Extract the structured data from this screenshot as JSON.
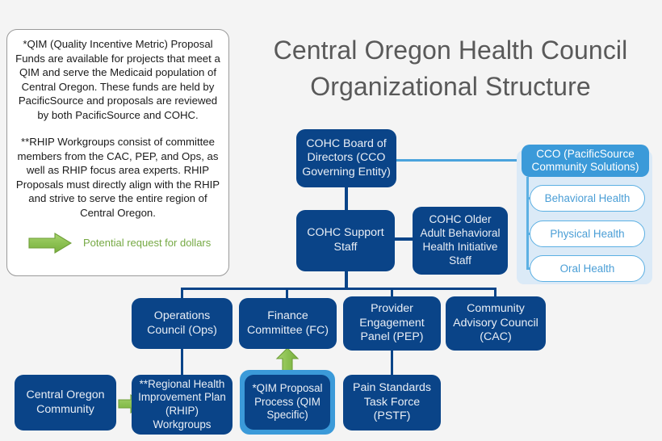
{
  "title": {
    "line1": "Central Oregon Health Council",
    "line2": "Organizational Structure"
  },
  "notes": {
    "qim_note": "*QIM (Quality Incentive Metric) Proposal Funds are available for projects that meet a QIM and serve the Medicaid population of Central Oregon. These funds are held by PacificSource and proposals are reviewed by both PacificSource and COHC.",
    "rhip_note": "**RHIP Workgroups consist of committee members from the CAC, PEP, and Ops, as well as RHIP focus area experts. RHIP Proposals must directly align with the RHIP and strive to serve the entire region of Central Oregon.",
    "legend_label": "Potential request for dollars"
  },
  "nodes": {
    "board": "COHC Board of Directors (CCO Governing Entity)",
    "support_staff": "COHC Support Staff",
    "older_adult": "COHC Older Adult Behavioral Health Initiative Staff",
    "ops": "Operations Council (Ops)",
    "finance": "Finance Committee (FC)",
    "pep": "Provider Engagement Panel (PEP)",
    "cac": "Community Advisory Council (CAC)",
    "community": "Central Oregon Community",
    "rhip": "**Regional Health Improvement Plan (RHIP) Workgroups",
    "qim": "*QIM Proposal Process (QIM Specific)",
    "pstf": "Pain Standards Task Force (PSTF)"
  },
  "cco": {
    "header": "CCO (PacificSource Community Solutions)",
    "subs": [
      "Behavioral Health",
      "Physical Health",
      "Oral Health"
    ]
  },
  "colors": {
    "node_blue": "#0a4488",
    "accent_blue": "#3b9ad9",
    "panel_blue": "#dbeaf7",
    "arrow_green": "#8cc152",
    "legend_green": "#76a944",
    "title_gray": "#595959",
    "background": "#f4f4f4"
  },
  "icons": {
    "arrow_right": "arrow-right-icon",
    "arrow_up": "arrow-up-icon"
  }
}
